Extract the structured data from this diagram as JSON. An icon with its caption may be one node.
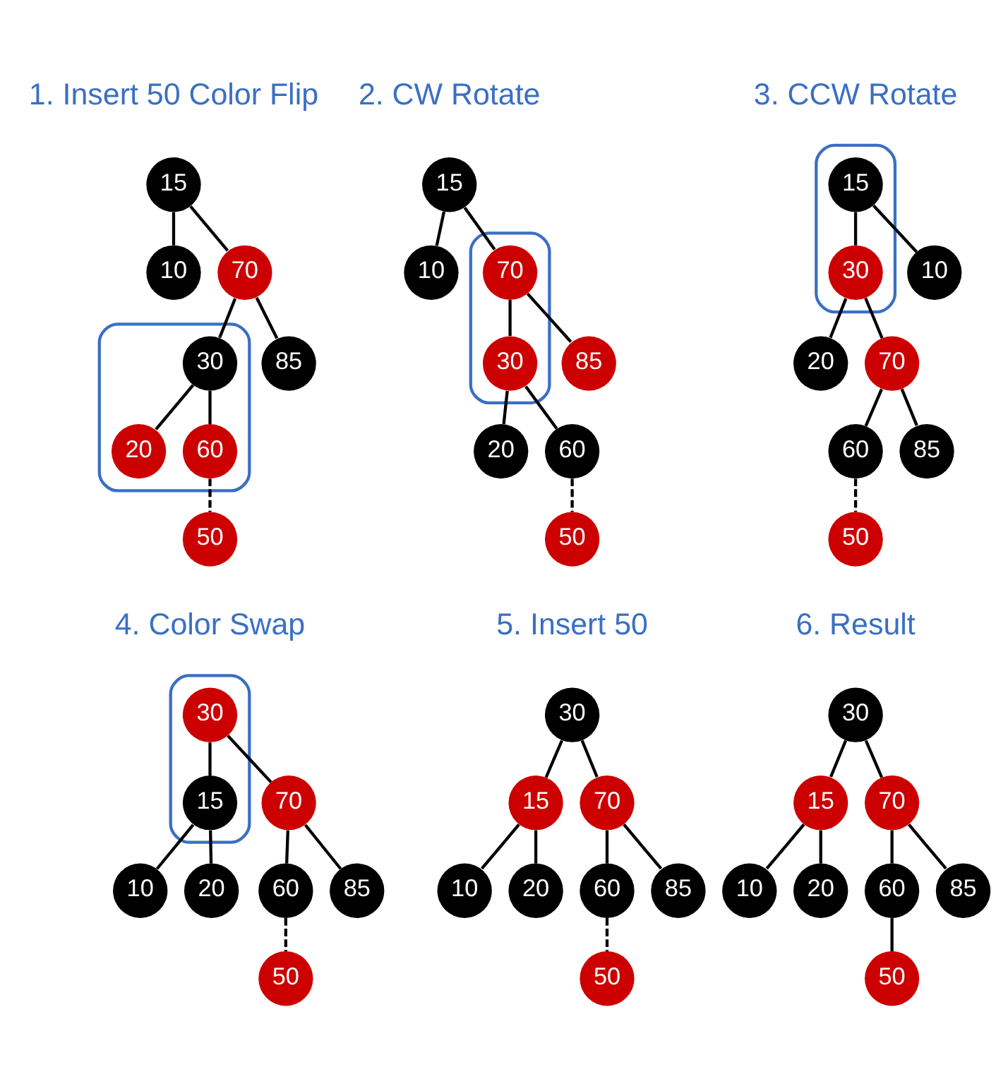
{
  "diagram": {
    "nodes": [
      {
        "text": [
          "15"
        ]
      },
      {
        "text": [
          "10"
        ]
      },
      {
        "text": [
          "70"
        ]
      },
      {
        "text": [],
        "shape": "ellipse"
      },
      {
        "text": [
          "30"
        ],
        "in": 3
      },
      {
        "text": [
          "85"
        ]
      },
      {
        "text": [
          "20"
        ],
        "in": 3
      },
      {
        "text": [
          "60"
        ],
        "in": 3
      },
      {
        "text": [
          "50"
        ]
      },
      {
        "text": [
          "15"
        ]
      },
      {
        "text": [
          "10"
        ]
      },
      {
        "text": [],
        "shape": "ellipse"
      },
      {
        "text": [
          "70"
        ],
        "in": 11
      },
      {
        "text": [
          "30"
        ],
        "in": 11
      },
      {
        "text": [
          "85"
        ]
      },
      {
        "text": [
          "20"
        ]
      },
      {
        "text": [
          "60"
        ]
      },
      {
        "text": [
          "50"
        ]
      },
      {
        "text": [],
        "shape": "ellipse"
      },
      {
        "text": [
          "15"
        ],
        "in": 18
      },
      {
        "text": [
          "10"
        ]
      },
      {
        "text": [
          "30"
        ],
        "in": 18
      },
      {
        "text": [
          "20"
        ]
      },
      {
        "text": [
          "70"
        ]
      },
      {
        "text": [
          "60"
        ]
      },
      {
        "text": [
          "85"
        ]
      },
      {
        "text": [
          "50"
        ]
      },
      {
        "text": [],
        "shape": "ellipse"
      },
      {
        "text": [
          "30"
        ],
        "in": 27
      },
      {
        "text": [
          "15"
        ],
        "in": 27
      },
      {
        "text": [
          "70"
        ]
      },
      {
        "text": [
          "10"
        ]
      },
      {
        "text": [
          "20"
        ]
      },
      {
        "text": [
          "60"
        ]
      },
      {
        "text": [
          "85"
        ]
      },
      {
        "text": [
          "50"
        ]
      },
      {
        "text": [
          "30"
        ]
      },
      {
        "text": [
          "15"
        ]
      },
      {
        "text": [
          "70"
        ]
      },
      {
        "text": [
          "10"
        ]
      },
      {
        "text": [
          "20"
        ]
      },
      {
        "text": [
          "60"
        ]
      },
      {
        "text": [
          "85"
        ]
      },
      {
        "text": [
          "50"
        ]
      },
      {
        "text": [
          "30"
        ]
      },
      {
        "text": [
          "15"
        ]
      },
      {
        "text": [
          "70"
        ]
      },
      {
        "text": [
          "10"
        ]
      },
      {
        "text": [
          "20"
        ]
      },
      {
        "text": [
          "60"
        ]
      },
      {
        "text": [
          "85"
        ]
      },
      {
        "text": [
          "50"
        ]
      }
    ],
    "edges": [
      {
        "from": 0,
        "to": 1,
        "arrow": "none"
      },
      {
        "from": 0,
        "to": 2,
        "arrow": "none"
      },
      {
        "from": 2,
        "to": 4,
        "arrow": "none"
      },
      {
        "from": 2,
        "to": 5,
        "arrow": "none"
      },
      {
        "from": 4,
        "to": 6,
        "arrow": "none"
      },
      {
        "from": 4,
        "to": 7,
        "arrow": "none"
      },
      {
        "from": 7,
        "to": 8,
        "arrow": "none",
        "style": "dashed"
      },
      {
        "from": 9,
        "to": 10,
        "arrow": "none"
      },
      {
        "from": 9,
        "to": 12,
        "arrow": "none"
      },
      {
        "from": 12,
        "to": 13,
        "arrow": "none"
      },
      {
        "from": 12,
        "to": 14,
        "arrow": "none"
      },
      {
        "from": 13,
        "to": 15,
        "arrow": "none"
      },
      {
        "from": 13,
        "to": 16,
        "arrow": "none"
      },
      {
        "from": 16,
        "to": 17,
        "arrow": "none",
        "style": "dashed"
      },
      {
        "from": 19,
        "to": 20,
        "arrow": "none"
      },
      {
        "from": 19,
        "to": 21,
        "arrow": "none"
      },
      {
        "from": 21,
        "to": 22,
        "arrow": "none"
      },
      {
        "from": 21,
        "to": 23,
        "arrow": "none"
      },
      {
        "from": 23,
        "to": 24,
        "arrow": "none"
      },
      {
        "from": 23,
        "to": 25,
        "arrow": "none"
      },
      {
        "from": 24,
        "to": 26,
        "arrow": "none",
        "style": "dashed"
      },
      {
        "from": 28,
        "to": 29,
        "arrow": "none"
      },
      {
        "from": 28,
        "to": 30,
        "arrow": "none"
      },
      {
        "from": 29,
        "to": 31,
        "arrow": "none"
      },
      {
        "from": 29,
        "to": 32,
        "arrow": "none"
      },
      {
        "from": 30,
        "to": 33,
        "arrow": "none"
      },
      {
        "from": 30,
        "to": 34,
        "arrow": "none"
      },
      {
        "from": 33,
        "to": 35,
        "arrow": "none",
        "style": "dashed"
      },
      {
        "from": 36,
        "to": 37,
        "arrow": "none"
      },
      {
        "from": 36,
        "to": 38,
        "arrow": "none"
      },
      {
        "from": 37,
        "to": 39,
        "arrow": "none"
      },
      {
        "from": 37,
        "to": 40,
        "arrow": "none"
      },
      {
        "from": 38,
        "to": 41,
        "arrow": "none"
      },
      {
        "from": 38,
        "to": 42,
        "arrow": "none"
      },
      {
        "from": 41,
        "to": 43,
        "arrow": "none",
        "style": "dashed"
      },
      {
        "from": 44,
        "to": 45,
        "arrow": "none"
      },
      {
        "from": 44,
        "to": 46,
        "arrow": "none"
      },
      {
        "from": 45,
        "to": 47,
        "arrow": "none"
      },
      {
        "from": 45,
        "to": 48,
        "arrow": "none"
      },
      {
        "from": 46,
        "to": 49,
        "arrow": "none"
      },
      {
        "from": 46,
        "to": 50,
        "arrow": "none"
      },
      {
        "from": 49,
        "to": 51,
        "arrow": "none"
      }
    ],
    "labels": [
      "1. Insert 50 Color Flip",
      "2. CW Rotate",
      "3. CCW Rotate",
      "4. Color Swap",
      "5. Insert 50",
      "6. Result"
    ]
  }
}
